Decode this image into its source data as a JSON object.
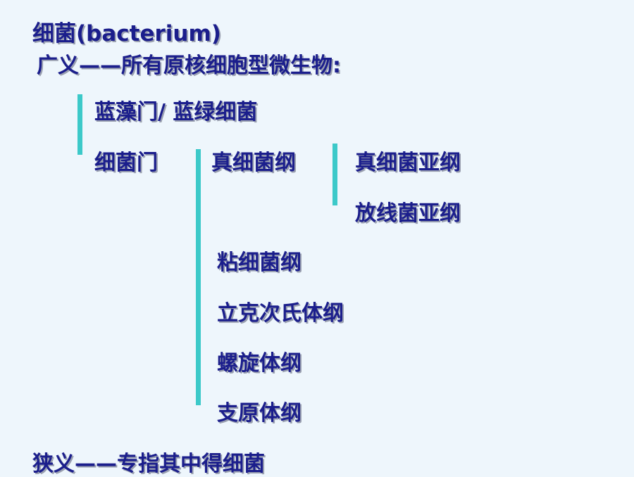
{
  "title": "细菌(bacterium)",
  "broad_definition": "广义——所有原核细胞型微生物:",
  "level1": {
    "cyanobacteria": "蓝藻门/ 蓝绿细菌",
    "bacteria_phylum": "细菌门"
  },
  "level2": {
    "eubacteria": "真细菌纲",
    "myxobacteria": "粘细菌纲",
    "rickettsia": "立克次氏体纲",
    "spirochetes": "螺旋体纲",
    "mycoplasma": "支原体纲"
  },
  "level3": {
    "eubacteria_subclass": "真细菌亚纲",
    "actinomycetes_subclass": "放线菌亚纲"
  },
  "narrow_definition": "狭义——专指其中得细菌",
  "colors": {
    "background": "#eef6fc",
    "text": "#1b1e8c",
    "bracket": "#3cc9c9"
  }
}
